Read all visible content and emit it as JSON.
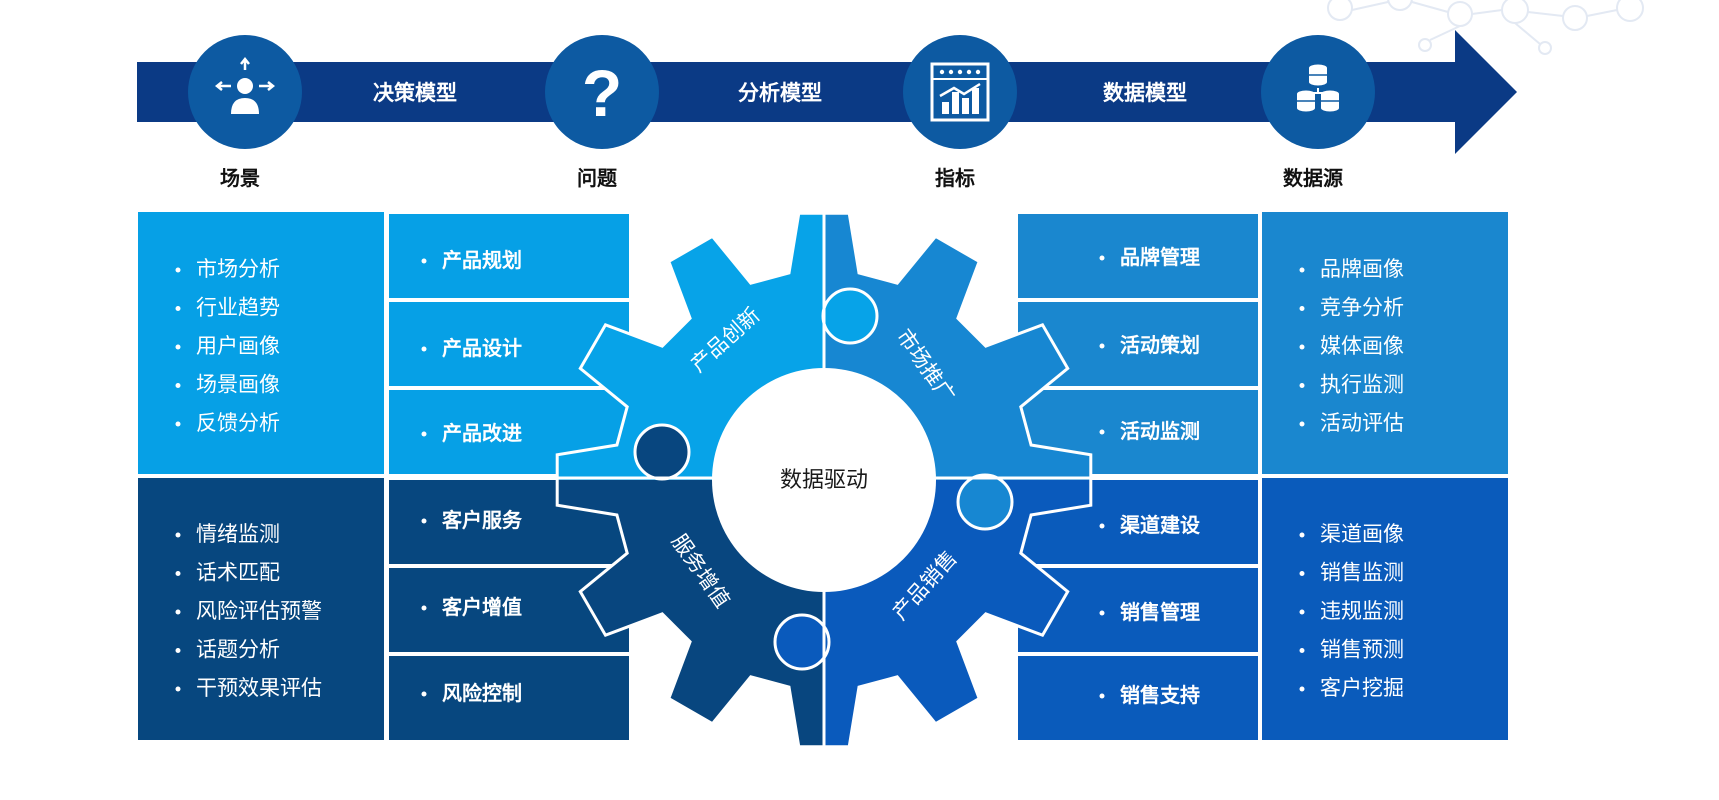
{
  "colors": {
    "arrow": "#0b3a85",
    "arrow_circle": "#0d5aa2",
    "cell_light": "#06a0e6",
    "cell_mid": "#1a87cf",
    "cell_dark": "#07477f",
    "cell_royal": "#0a5bbb",
    "gear_light": "#07a3e8",
    "gear_mid": "#1787d2",
    "gear_dark": "#08467f",
    "gear_royal": "#0a5abc"
  },
  "flow": {
    "stages": [
      {
        "label": "场景",
        "icon": "person-arrows-icon"
      },
      {
        "label": "问题",
        "icon": "question-mark-icon"
      },
      {
        "label": "指标",
        "icon": "chart-board-icon"
      },
      {
        "label": "数据源",
        "icon": "database-icon"
      }
    ],
    "connectors": [
      "决策模型",
      "分析模型",
      "数据模型"
    ]
  },
  "left_top_list": [
    "市场分析",
    "行业趋势",
    "用户画像",
    "场景画像",
    "反馈分析"
  ],
  "left_bottom_list": [
    "情绪监测",
    "话术匹配",
    "风险评估预警",
    "话题分析",
    "干预效果评估"
  ],
  "right_top_list": [
    "品牌画像",
    "竞争分析",
    "媒体画像",
    "执行监测",
    "活动评估"
  ],
  "right_bottom_list": [
    "渠道画像",
    "销售监测",
    "违规监测",
    "销售预测",
    "客户挖掘"
  ],
  "inner_left_top": [
    "产品规划",
    "产品设计",
    "产品改进"
  ],
  "inner_left_bottom": [
    "客户服务",
    "客户增值",
    "风险控制"
  ],
  "inner_right_top": [
    "品牌管理",
    "活动策划",
    "活动监测"
  ],
  "inner_right_bottom": [
    "渠道建设",
    "销售管理",
    "销售支持"
  ],
  "gears": {
    "top_left": "产品创新",
    "top_right": "市场推广",
    "bottom_left": "服务增值",
    "bottom_right": "产品销售"
  },
  "center_label": "数据驱动"
}
